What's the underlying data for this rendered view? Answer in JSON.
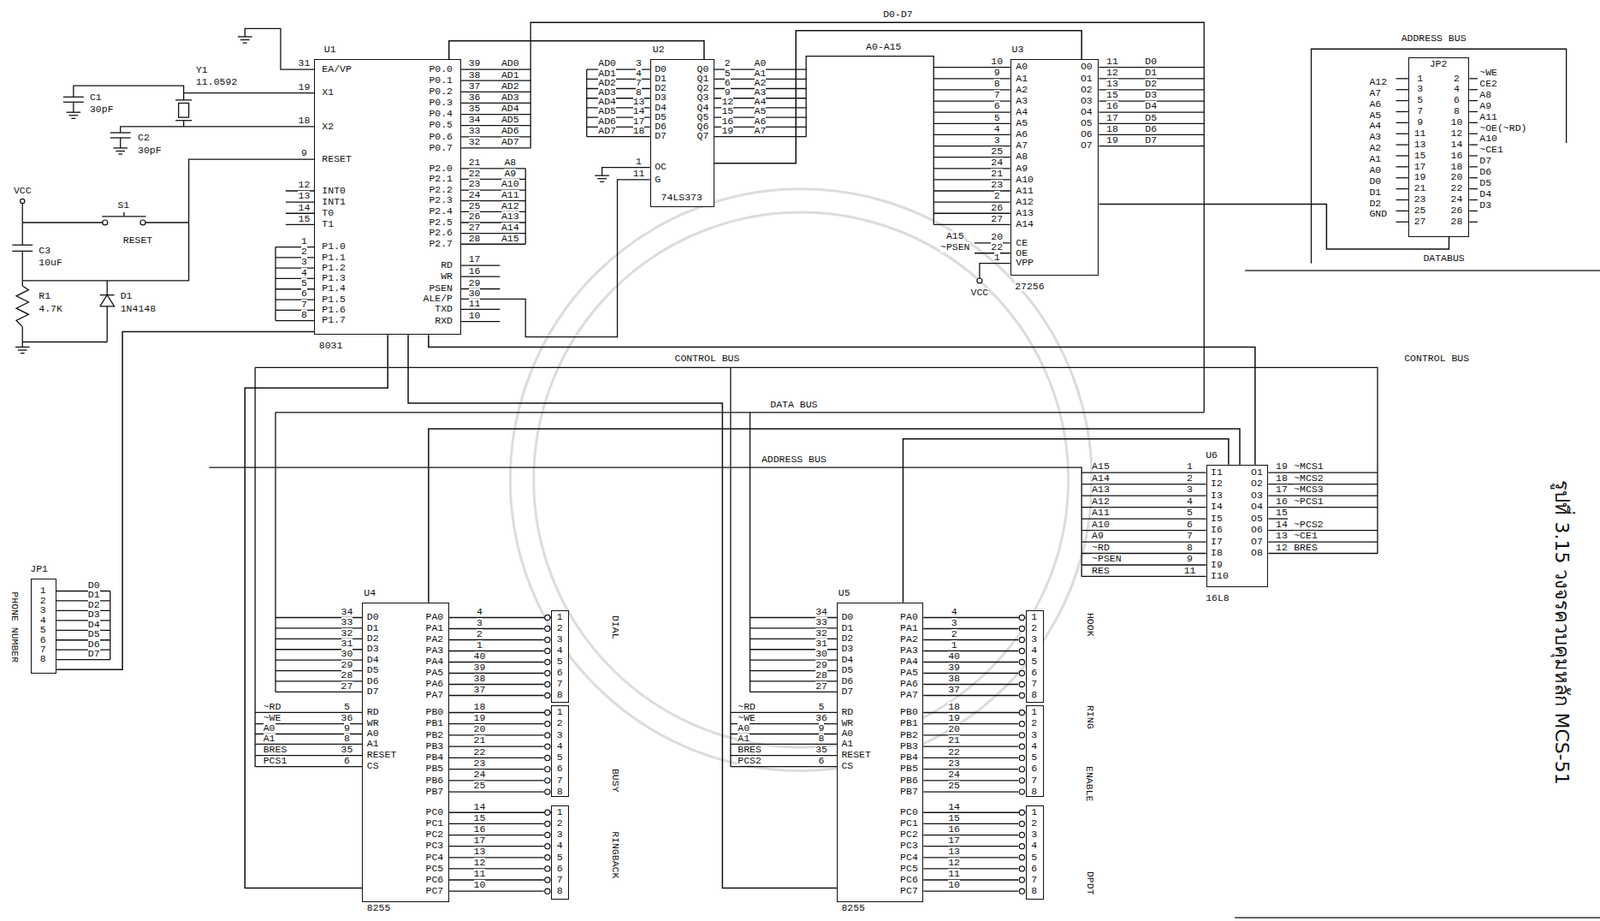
{
  "diagram": {
    "caption": "รูปที่ 3.15 วงจรควบคุมหลัก MCS-51",
    "nodes": [
      {
        "text": [
          "U1",
          "8031",
          "EA/VP",
          "X1",
          "X2",
          "RESET",
          "INT0",
          "INT1",
          "T0",
          "T1",
          "P1.0",
          "P1.1",
          "P1.2",
          "P1.3",
          "P1.4",
          "P1.5",
          "P1.6",
          "P1.7",
          "P0.0",
          "P0.1",
          "P0.2",
          "P0.3",
          "P0.4",
          "P0.5",
          "P0.6",
          "P0.7",
          "P2.0",
          "P2.1",
          "P2.2",
          "P2.3",
          "P2.4",
          "P2.5",
          "P2.6",
          "P2.7",
          "RD",
          "WR",
          "PSEN",
          "ALE/P",
          "TXD",
          "RXD"
        ]
      },
      {
        "text": [
          "U2",
          "74LS373",
          "D0",
          "D1",
          "D2",
          "D3",
          "D4",
          "D5",
          "D6",
          "D7",
          "Q0",
          "Q1",
          "Q2",
          "Q3",
          "Q4",
          "Q5",
          "Q6",
          "Q7",
          "OC",
          "G"
        ]
      },
      {
        "text": [
          "U3",
          "27256",
          "A0",
          "A1",
          "A2",
          "A3",
          "A4",
          "A5",
          "A6",
          "A7",
          "A8",
          "A9",
          "A10",
          "A11",
          "A12",
          "A13",
          "A14",
          "CE",
          "OE",
          "VPP",
          "O0",
          "O1",
          "O2",
          "O3",
          "O4",
          "O5",
          "O6",
          "O7"
        ]
      },
      {
        "text": [
          "JP2",
          "1",
          "3",
          "5",
          "7",
          "9",
          "11",
          "13",
          "15",
          "17",
          "19",
          "21",
          "23",
          "25",
          "27",
          "2",
          "4",
          "6",
          "8",
          "10",
          "12",
          "14",
          "16",
          "18",
          "20",
          "22",
          "24",
          "26",
          "28"
        ]
      },
      {
        "text": [
          "U6",
          "16L8",
          "I1",
          "I2",
          "I3",
          "I4",
          "I5",
          "I6",
          "I7",
          "I8",
          "I9",
          "I10",
          "O1",
          "O2",
          "O3",
          "O4",
          "O5",
          "O6",
          "O7",
          "O8"
        ]
      },
      {
        "text": [
          "JP1",
          "1",
          "2",
          "3",
          "4",
          "5",
          "6",
          "7",
          "8"
        ]
      },
      {
        "text": [
          "U4",
          "8255",
          "D0",
          "D1",
          "D2",
          "D3",
          "D4",
          "D5",
          "D6",
          "D7",
          "RD",
          "WR",
          "A0",
          "A1",
          "RESET",
          "CS",
          "PA0",
          "PA1",
          "PA2",
          "PA3",
          "PA4",
          "PA5",
          "PA6",
          "PA7",
          "PB0",
          "PB1",
          "PB2",
          "PB3",
          "PB4",
          "PB5",
          "PB6",
          "PB7",
          "PC0",
          "PC1",
          "PC2",
          "PC3",
          "PC4",
          "PC5",
          "PC6",
          "PC7"
        ]
      },
      {
        "text": [
          "1",
          "2",
          "3",
          "4",
          "5",
          "6",
          "7",
          "8"
        ]
      },
      {
        "text": [
          "1",
          "2",
          "3",
          "4",
          "5",
          "6",
          "7",
          "8"
        ]
      },
      {
        "text": [
          "1",
          "2",
          "3",
          "4",
          "5",
          "6",
          "7",
          "8"
        ]
      },
      {
        "text": [
          "U5",
          "8255",
          "D0",
          "D1",
          "D2",
          "D3",
          "D4",
          "D5",
          "D6",
          "D7",
          "RD",
          "WR",
          "A0",
          "A1",
          "RESET",
          "CS",
          "PA0",
          "PA1",
          "PA2",
          "PA3",
          "PA4",
          "PA5",
          "PA6",
          "PA7",
          "PB0",
          "PB1",
          "PB2",
          "PB3",
          "PB4",
          "PB5",
          "PB6",
          "PB7",
          "PC0",
          "PC1",
          "PC2",
          "PC3",
          "PC4",
          "PC5",
          "PC6",
          "PC7"
        ]
      },
      {
        "text": [
          "1",
          "2",
          "3",
          "4",
          "5",
          "6",
          "7",
          "8"
        ]
      },
      {
        "text": [
          "1",
          "2",
          "3",
          "4",
          "5",
          "6",
          "7",
          "8"
        ]
      },
      {
        "text": [
          "1",
          "2",
          "3",
          "4",
          "5",
          "6",
          "7",
          "8"
        ]
      }
    ],
    "edges": [
      {
        "from": 0,
        "to": 1,
        "arrow": "none"
      },
      {
        "from": 1,
        "to": 2,
        "arrow": "none"
      },
      {
        "from": 2,
        "to": 3,
        "arrow": "none"
      },
      {
        "from": 0,
        "to": 4,
        "arrow": "none"
      },
      {
        "from": 4,
        "to": 6,
        "arrow": "none"
      },
      {
        "from": 4,
        "to": 10,
        "arrow": "none"
      },
      {
        "from": 0,
        "to": 6,
        "arrow": "none"
      },
      {
        "from": 0,
        "to": 10,
        "arrow": "none"
      },
      {
        "from": 5,
        "to": 0,
        "arrow": "none"
      },
      {
        "from": 6,
        "to": 7,
        "arrow": "none"
      },
      {
        "from": 6,
        "to": 8,
        "arrow": "none"
      },
      {
        "from": 6,
        "to": 9,
        "arrow": "none"
      },
      {
        "from": 10,
        "to": 11,
        "arrow": "none"
      },
      {
        "from": 10,
        "to": 12,
        "arrow": "none"
      },
      {
        "from": 10,
        "to": 13,
        "arrow": "none"
      }
    ],
    "labels": [
      "31",
      "19",
      "18",
      "9",
      "12",
      "13",
      "14",
      "15",
      "1",
      "2",
      "3",
      "4",
      "5",
      "6",
      "7",
      "8",
      "39",
      "38",
      "37",
      "36",
      "35",
      "34",
      "33",
      "32",
      "AD0",
      "AD1",
      "AD2",
      "AD3",
      "AD4",
      "AD5",
      "AD6",
      "AD7",
      "21",
      "22",
      "23",
      "24",
      "25",
      "26",
      "27",
      "28",
      "A8",
      "A9",
      "A10",
      "A11",
      "A12",
      "A13",
      "A14",
      "A15",
      "17",
      "16",
      "29",
      "30",
      "11",
      "10",
      "C1",
      "30pF",
      "Y1",
      "11.0592",
      "C2",
      "30pF",
      "VCC",
      "S1",
      "RESET",
      "C3",
      "10uF",
      "R1",
      "4.7K",
      "D1",
      "1N4148",
      "AD0",
      "AD1",
      "AD2",
      "AD3",
      "AD4",
      "AD5",
      "AD6",
      "AD7",
      "3",
      "4",
      "7",
      "8",
      "13",
      "14",
      "17",
      "18",
      "2",
      "5",
      "6",
      "9",
      "12",
      "15",
      "16",
      "19",
      "A0",
      "A1",
      "A2",
      "A3",
      "A4",
      "A5",
      "A6",
      "A7",
      "1",
      "11",
      "10",
      "9",
      "8",
      "7",
      "6",
      "5",
      "4",
      "3",
      "25",
      "24",
      "21",
      "23",
      "2",
      "26",
      "27",
      "20",
      "22",
      "1",
      "A15",
      "~PSEN",
      "VCC",
      "11",
      "12",
      "13",
      "15",
      "16",
      "17",
      "18",
      "19",
      "D0",
      "D1",
      "D2",
      "D3",
      "D4",
      "D5",
      "D6",
      "D7",
      "D0-D7",
      "A0-A15",
      "A12",
      "A7",
      "A6",
      "A5",
      "A4",
      "A3",
      "A2",
      "A1",
      "A0",
      "D0",
      "D1",
      "D2",
      "GND",
      "~WE",
      "CE2",
      "A8",
      "A9",
      "A11",
      "~OE(~RD)",
      "A10",
      "~CE1",
      "D7",
      "D6",
      "D5",
      "D4",
      "D3",
      "ADDRESS BUS",
      "DATABUS",
      "CONTROL BUS",
      "CONTROL BUS",
      "DATA BUS",
      "ADDRESS BUS",
      "A15",
      "A14",
      "A13",
      "A12",
      "A11",
      "A10",
      "A9",
      "~RD",
      "~PSEN",
      "RES",
      "1",
      "2",
      "3",
      "4",
      "5",
      "6",
      "7",
      "8",
      "9",
      "11",
      "19",
      "18",
      "17",
      "16",
      "15",
      "14",
      "13",
      "12",
      "~MCS1",
      "~MCS2",
      "~MCS3",
      "~PCS1",
      "~PCS2",
      "~CE1",
      "BRES",
      "34",
      "33",
      "32",
      "31",
      "30",
      "29",
      "28",
      "27",
      "5",
      "36",
      "9",
      "8",
      "35",
      "6",
      "~RD",
      "~WE",
      "A0",
      "A1",
      "BRES",
      "PCS1",
      "4",
      "3",
      "2",
      "1",
      "40",
      "39",
      "38",
      "37",
      "18",
      "19",
      "20",
      "21",
      "22",
      "23",
      "24",
      "25",
      "14",
      "15",
      "16",
      "17",
      "13",
      "12",
      "11",
      "10",
      "DIAL",
      "BUSY",
      "RINGBACK",
      "34",
      "33",
      "32",
      "31",
      "30",
      "29",
      "28",
      "27",
      "5",
      "36",
      "9",
      "8",
      "35",
      "6",
      "~RD",
      "~WE",
      "A0",
      "A1",
      "BRES",
      "PCS2",
      "4",
      "3",
      "2",
      "1",
      "40",
      "39",
      "38",
      "37",
      "18",
      "19",
      "20",
      "21",
      "22",
      "23",
      "24",
      "25",
      "14",
      "15",
      "16",
      "17",
      "13",
      "12",
      "11",
      "10",
      "HOOK",
      "RING",
      "ENABLE",
      "DPDT",
      "D0",
      "D1",
      "D2",
      "D3",
      "D4",
      "D5",
      "D6",
      "D7",
      "PHONE NUMBER"
    ]
  }
}
